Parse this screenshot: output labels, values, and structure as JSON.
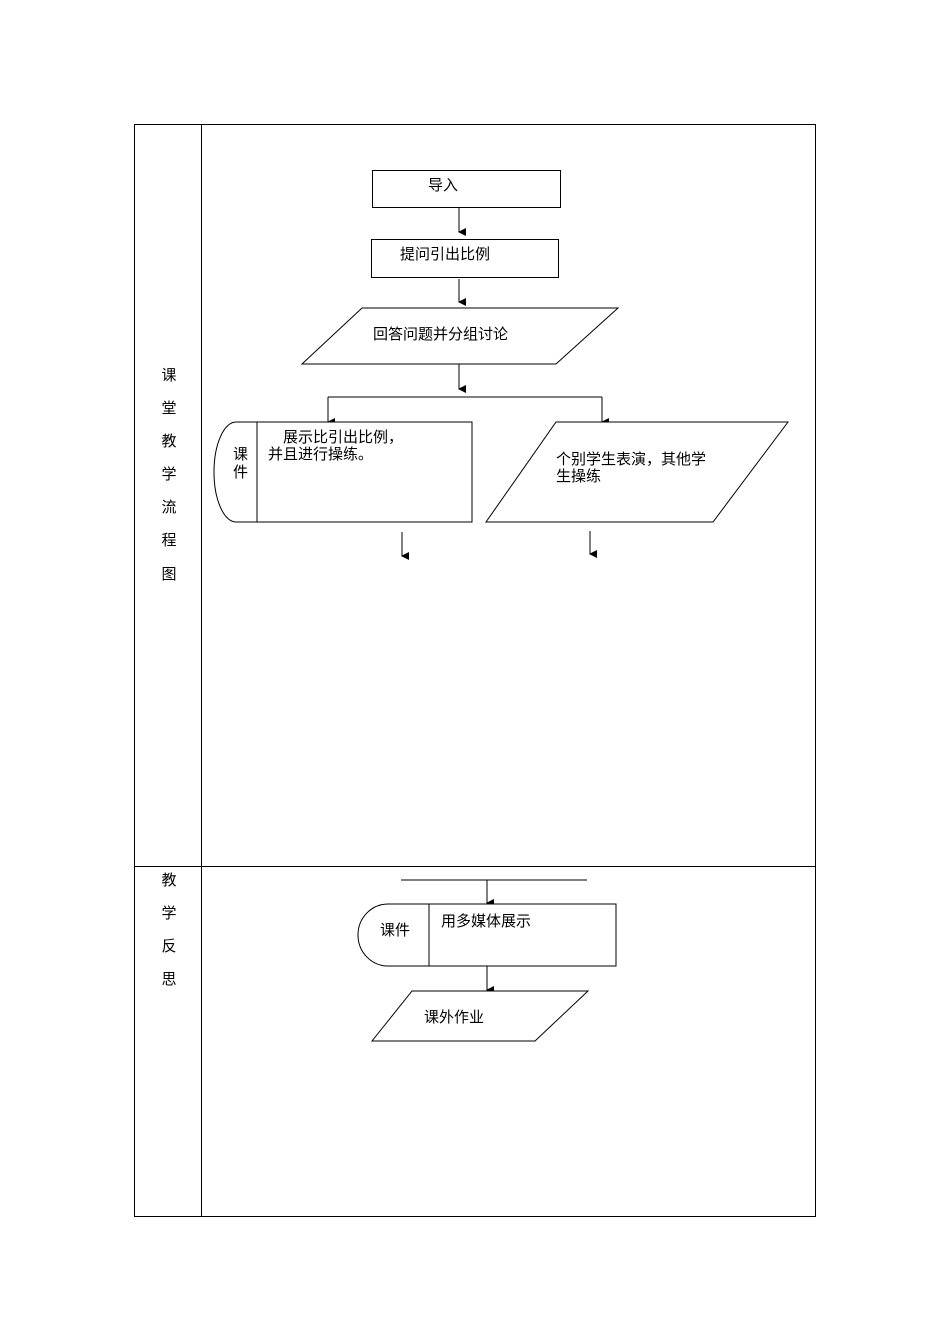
{
  "table": {
    "row1_label": [
      "课",
      "堂",
      "教",
      "学",
      "流",
      "程",
      "图"
    ],
    "row2_label": [
      "教",
      "学",
      "反",
      "思"
    ]
  },
  "flow1": {
    "intro": "导入",
    "question": "提问引出比例",
    "discuss": "回答问题并分组讨论",
    "left_tab": [
      "课",
      "件"
    ],
    "left_line1": "展示比引出比例，",
    "left_line2": "并且进行操练。",
    "right_line1": "个别学生表演，其他学",
    "right_line2": "生操练"
  },
  "flow2": {
    "tab": "课件",
    "show": "用多媒体展示",
    "homework": "课外作业"
  }
}
